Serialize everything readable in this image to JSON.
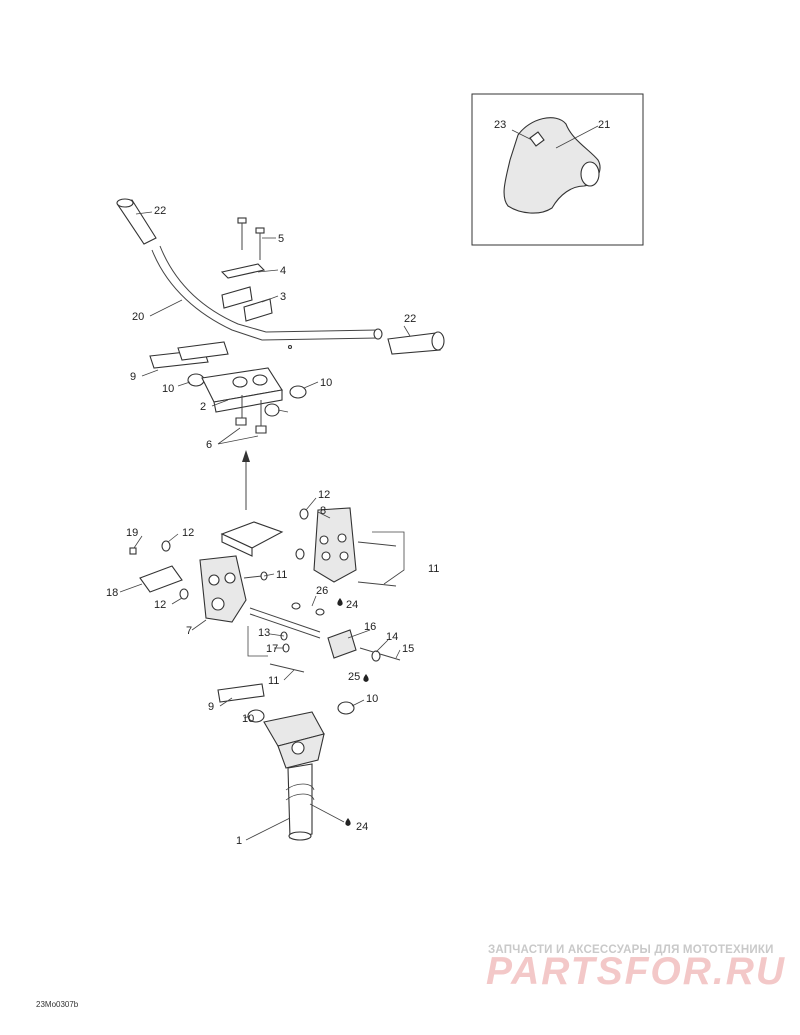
{
  "labels": {
    "l1": "1",
    "l2": "2",
    "l3": "3",
    "l4": "4",
    "l5": "5",
    "l6": "6",
    "l7": "7",
    "l8": "8",
    "l9a": "9",
    "l9b": "9",
    "l10a": "10",
    "l10b": "10",
    "l10c": "10",
    "l10d": "10",
    "l11a": "11",
    "l11b": "11",
    "l11c": "11",
    "l12a": "12",
    "l12b": "12",
    "l12c": "12",
    "l13": "13",
    "l14": "14",
    "l15": "15",
    "l16": "16",
    "l17": "17",
    "l18": "18",
    "l19": "19",
    "l20": "20",
    "l21": "21",
    "l22a": "22",
    "l22b": "22",
    "l23": "23",
    "l24a": "24",
    "l24b": "24",
    "l25": "25",
    "l26": "26"
  },
  "footer": {
    "code": "23Mo0307b"
  },
  "watermark": {
    "tagline": "ЗАПЧАСТИ И АКСЕССУАРЫ ДЛЯ МОТОТЕХНИКИ",
    "brand": "PARTSFOR.RU"
  },
  "colors": {
    "ink": "#333333",
    "watermark_red": "#f3c8c8",
    "watermark_gray": "#c9c9c9"
  }
}
